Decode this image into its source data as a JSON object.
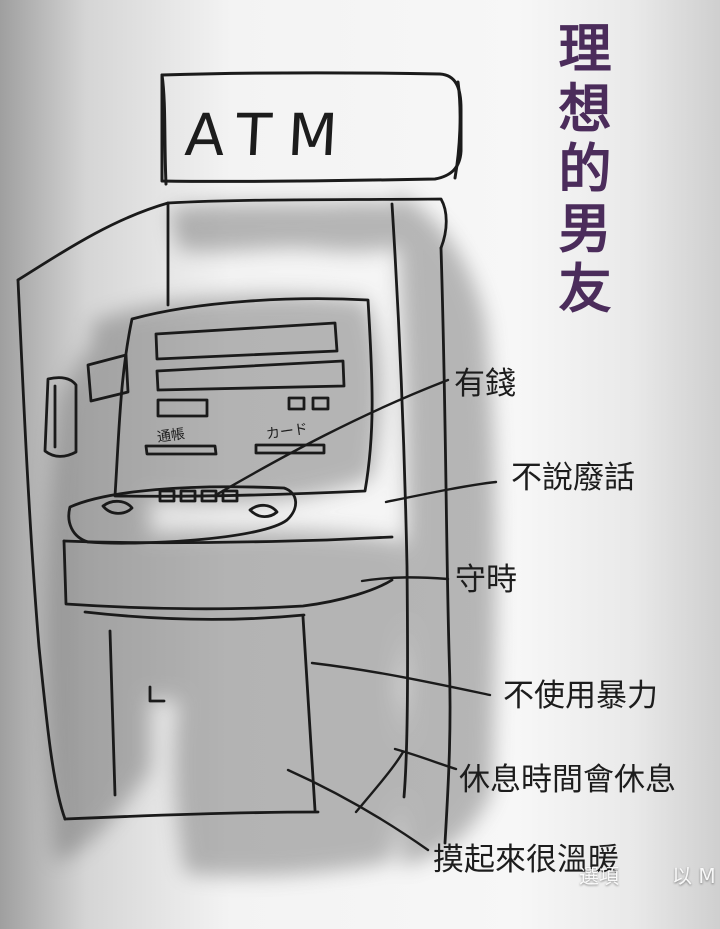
{
  "title": "理想的男友",
  "atm_sign": "ATM",
  "sketch_labels": {
    "left_panel": "通帳",
    "right_panel": "カード"
  },
  "callouts": [
    {
      "text": "有錢"
    },
    {
      "text": "不說廢話"
    },
    {
      "text": "守時"
    },
    {
      "text": "不使用暴力"
    },
    {
      "text": "休息時間會休息"
    },
    {
      "text": "摸起來很溫暖"
    }
  ],
  "watermarks": {
    "left": "選項",
    "right": "以 M"
  },
  "colors": {
    "title": "#4b2c5b",
    "ink": "#1d1d1d",
    "shadow": "#7f7f7f"
  }
}
